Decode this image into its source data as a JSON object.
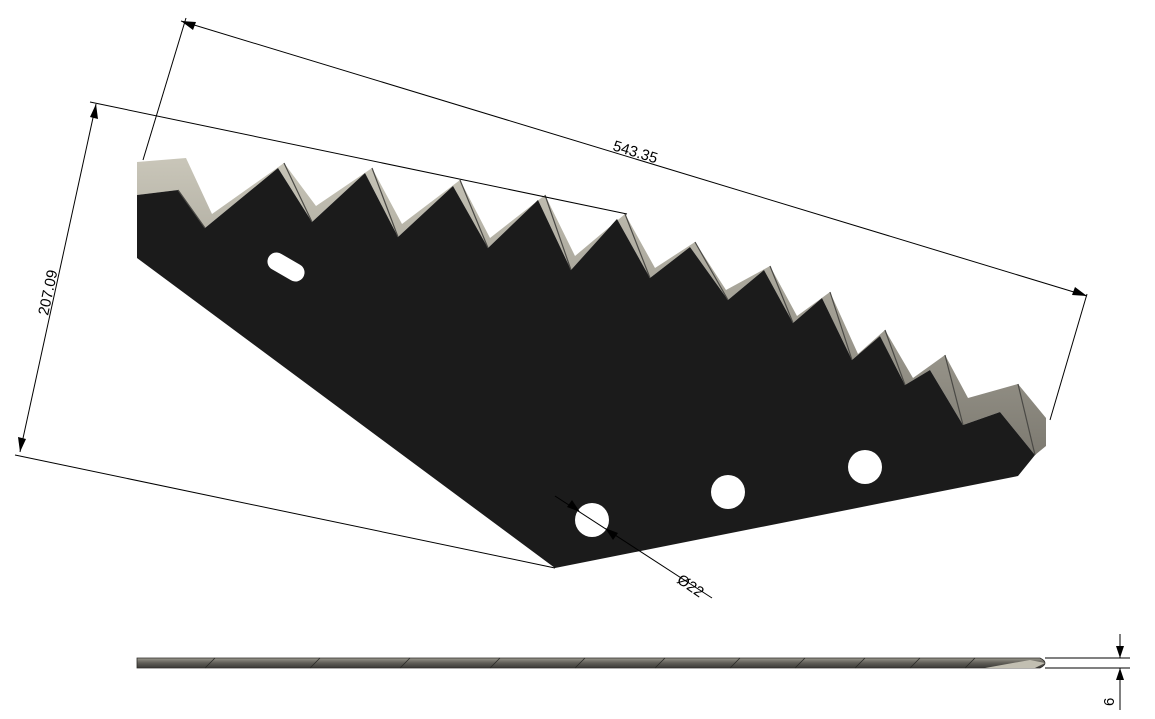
{
  "drawing": {
    "dimensions": {
      "length": "543.35",
      "height": "207.09",
      "hole_diameter": "Ø22",
      "thickness": "6"
    },
    "colors": {
      "blade_body": "#1b1b1b",
      "bevel_light": "#c2bfb2",
      "bevel_mid": "#8f8c82",
      "bevel_dark": "#5e5c56",
      "hole": "#ffffff",
      "side_view": "#6c6a63",
      "line": "#000000"
    }
  }
}
